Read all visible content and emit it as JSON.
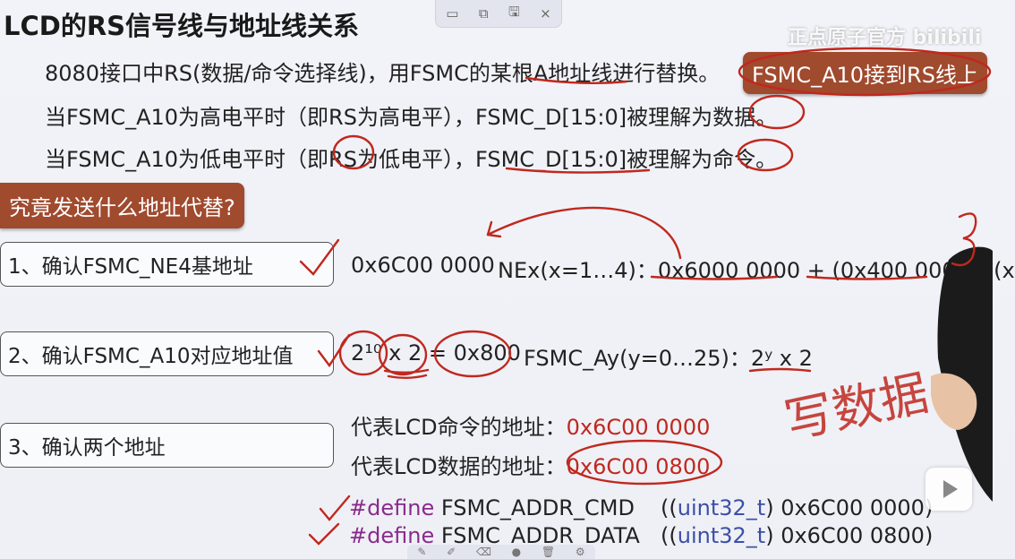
{
  "slide": {
    "title": "LCD的RS信号线与地址线关系",
    "line1": "8080接口中RS(数据/命令选择线)，用FSMC的某根A地址线进行替换。",
    "line1_tag": "FSMC_A10接到RS线上",
    "line2": "当FSMC_A10为高电平时（即RS为高电平），FSMC_D[15:0]被理解为数据。",
    "line3": "当FSMC_A10为低电平时（即RS为低电平），FSMC_D[15:0]被理解为命令。",
    "question_tag": "究竟发送什么地址代替?"
  },
  "steps": [
    {
      "label": "1、确认FSMC_NE4基地址",
      "content_a": "0x6C00 0000",
      "content_b": "NEx(x=1…4)：0x6000 0000 + (0x400 0000 * (x"
    },
    {
      "label": "2、确认FSMC_A10对应地址值",
      "content_a": "2¹⁰ x 2 = 0x800",
      "content_b": "FSMC_Ay(y=0…25)：2ʸ x 2"
    },
    {
      "label": "3、确认两个地址",
      "cmd_label": "代表LCD命令的地址：",
      "cmd_value": "0x6C00 0000",
      "data_label": "代表LCD数据的地址：",
      "data_value": "0x6C00 0800"
    }
  ],
  "code": [
    {
      "kw": "#define",
      "name": "FSMC_ADDR_CMD",
      "type": "uint32_t",
      "value": "0x6C00 0000"
    },
    {
      "kw": "#define",
      "name": "FSMC_ADDR_DATA",
      "type": "uint32_t",
      "value": "0x6C00 0800"
    }
  ],
  "toolbar": {
    "icons": [
      "window-icon",
      "copy-icon",
      "save-icon",
      "close-icon"
    ],
    "close_glyph": "×"
  },
  "watermark": "正点原子官方 bilibili",
  "handwriting": "写数据",
  "colors": {
    "tag_bg": "#a04a2e",
    "ink_red": "#c0281e",
    "keyword": "#8b2a8b",
    "type": "#3c4fa8"
  }
}
